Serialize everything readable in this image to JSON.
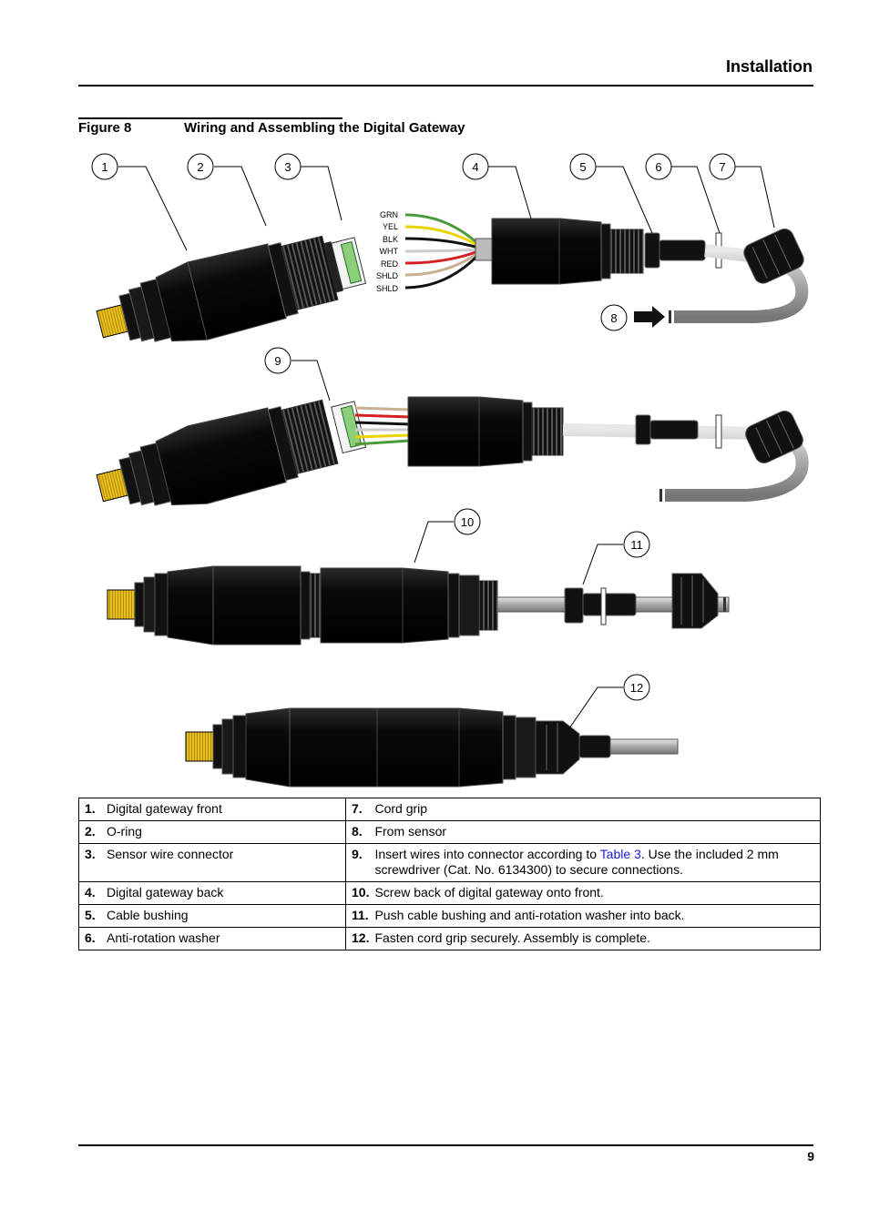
{
  "header": {
    "section_title": "Installation"
  },
  "figure": {
    "number": "Figure 8",
    "title": "Wiring and Assembling the Digital Gateway",
    "callouts": [
      "1",
      "2",
      "3",
      "4",
      "5",
      "6",
      "7",
      "8",
      "9",
      "10",
      "11",
      "12"
    ],
    "wire_labels": [
      "GRN",
      "YEL",
      "BLK",
      "WHT",
      "RED",
      "SHLD",
      "SHLD"
    ],
    "wire_colors": [
      "#4a9a3a",
      "#e8d400",
      "#111111",
      "#dddddd",
      "#d42020",
      "#c8b090",
      "#111111"
    ]
  },
  "legend": {
    "rows": [
      {
        "left_num": "1.",
        "left_text": "Digital gateway front",
        "right_num": "7.",
        "right_text": "Cord grip"
      },
      {
        "left_num": "2.",
        "left_text": "O-ring",
        "right_num": "8.",
        "right_text": "From sensor"
      },
      {
        "left_num": "3.",
        "left_text": "Sensor wire connector",
        "right_num": "9.",
        "right_text_before": "Insert wires into connector according to ",
        "right_link": "Table 3",
        "right_text_after": ". Use the included 2 mm screwdriver (Cat. No. 6134300) to secure connections."
      },
      {
        "left_num": "4.",
        "left_text": "Digital gateway back",
        "right_num": "10.",
        "right_text": "Screw back of digital gateway onto front."
      },
      {
        "left_num": "5.",
        "left_text": "Cable bushing",
        "right_num": "11.",
        "right_text": "Push cable bushing and anti-rotation washer into back."
      },
      {
        "left_num": "6.",
        "left_text": "Anti-rotation washer",
        "right_num": "12.",
        "right_text": "Fasten cord grip securely. Assembly is complete."
      }
    ]
  },
  "footer": {
    "page_number": "9"
  }
}
